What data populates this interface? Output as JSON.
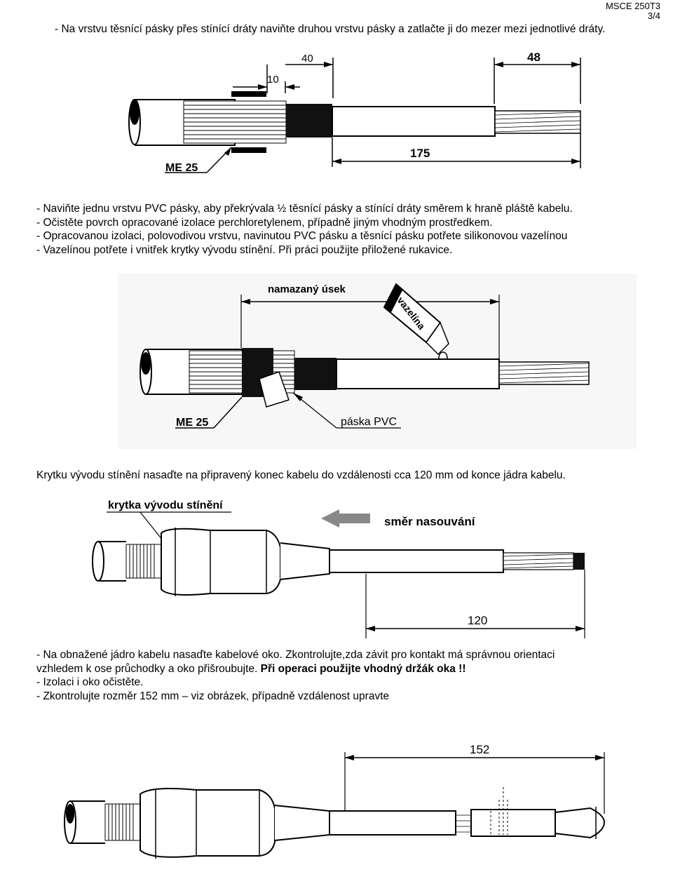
{
  "header": {
    "doc_code": "MSCE 250T3",
    "page": "3/4"
  },
  "section1": {
    "text": "- Na vrstvu těsnící pásky přes stínící dráty naviňte druhou vrstvu pásky a zatlačte ji do mezer mezi jednotlivé dráty."
  },
  "figure1": {
    "dim_10": "10",
    "dim_40": "40",
    "dim_48": "48",
    "dim_175": "175",
    "label_me25": "ME 25"
  },
  "section2": {
    "lines": [
      "- Naviňte jednu vrstvu PVC pásky, aby překrývala ½ těsnící pásky a stínící dráty směrem k hraně pláště kabelu.",
      "- Očistěte povrch opracované izolace perchloretylenem, případně jiným vhodným prostředkem.",
      "- Opracovanou  izolaci, polovodivou vrstvu, navinutou PVC pásku a těsnící pásku potřete silikonovou vazelínou",
      "- Vazelínou potřete i vnitřek krytky vývodu stínění. Při práci použijte přiložené rukavice."
    ]
  },
  "figure2": {
    "label_greased": "namazaný úsek",
    "label_tube": "vazelína",
    "label_me25": "ME 25",
    "label_pvc": "páska PVC"
  },
  "section3": {
    "text": "Krytku vývodu stínění nasaďte na připravený konec kabelu do vzdálenosti cca 120 mm od konce jádra kabelu."
  },
  "figure3": {
    "label_cap": "krytka vývodu stínění",
    "label_direction": "směr nasouvání",
    "dim_120": "120"
  },
  "section4": {
    "line1": "- Na obnažené jádro kabelu nasaďte kabelové oko. Zkontrolujte,zda závit pro kontakt má správnou orientaci",
    "line2_plain": "vzhledem k ose průchodky a oko přišroubujte. ",
    "line2_bold": "Při operaci použijte vhodný držák oka !!",
    "line3": "- Izolaci i oko očistěte.",
    "line4": "- Zkontrolujte rozměr 152 mm – viz obrázek, případně vzdálenost upravte"
  },
  "figure4": {
    "dim_152": "152"
  }
}
